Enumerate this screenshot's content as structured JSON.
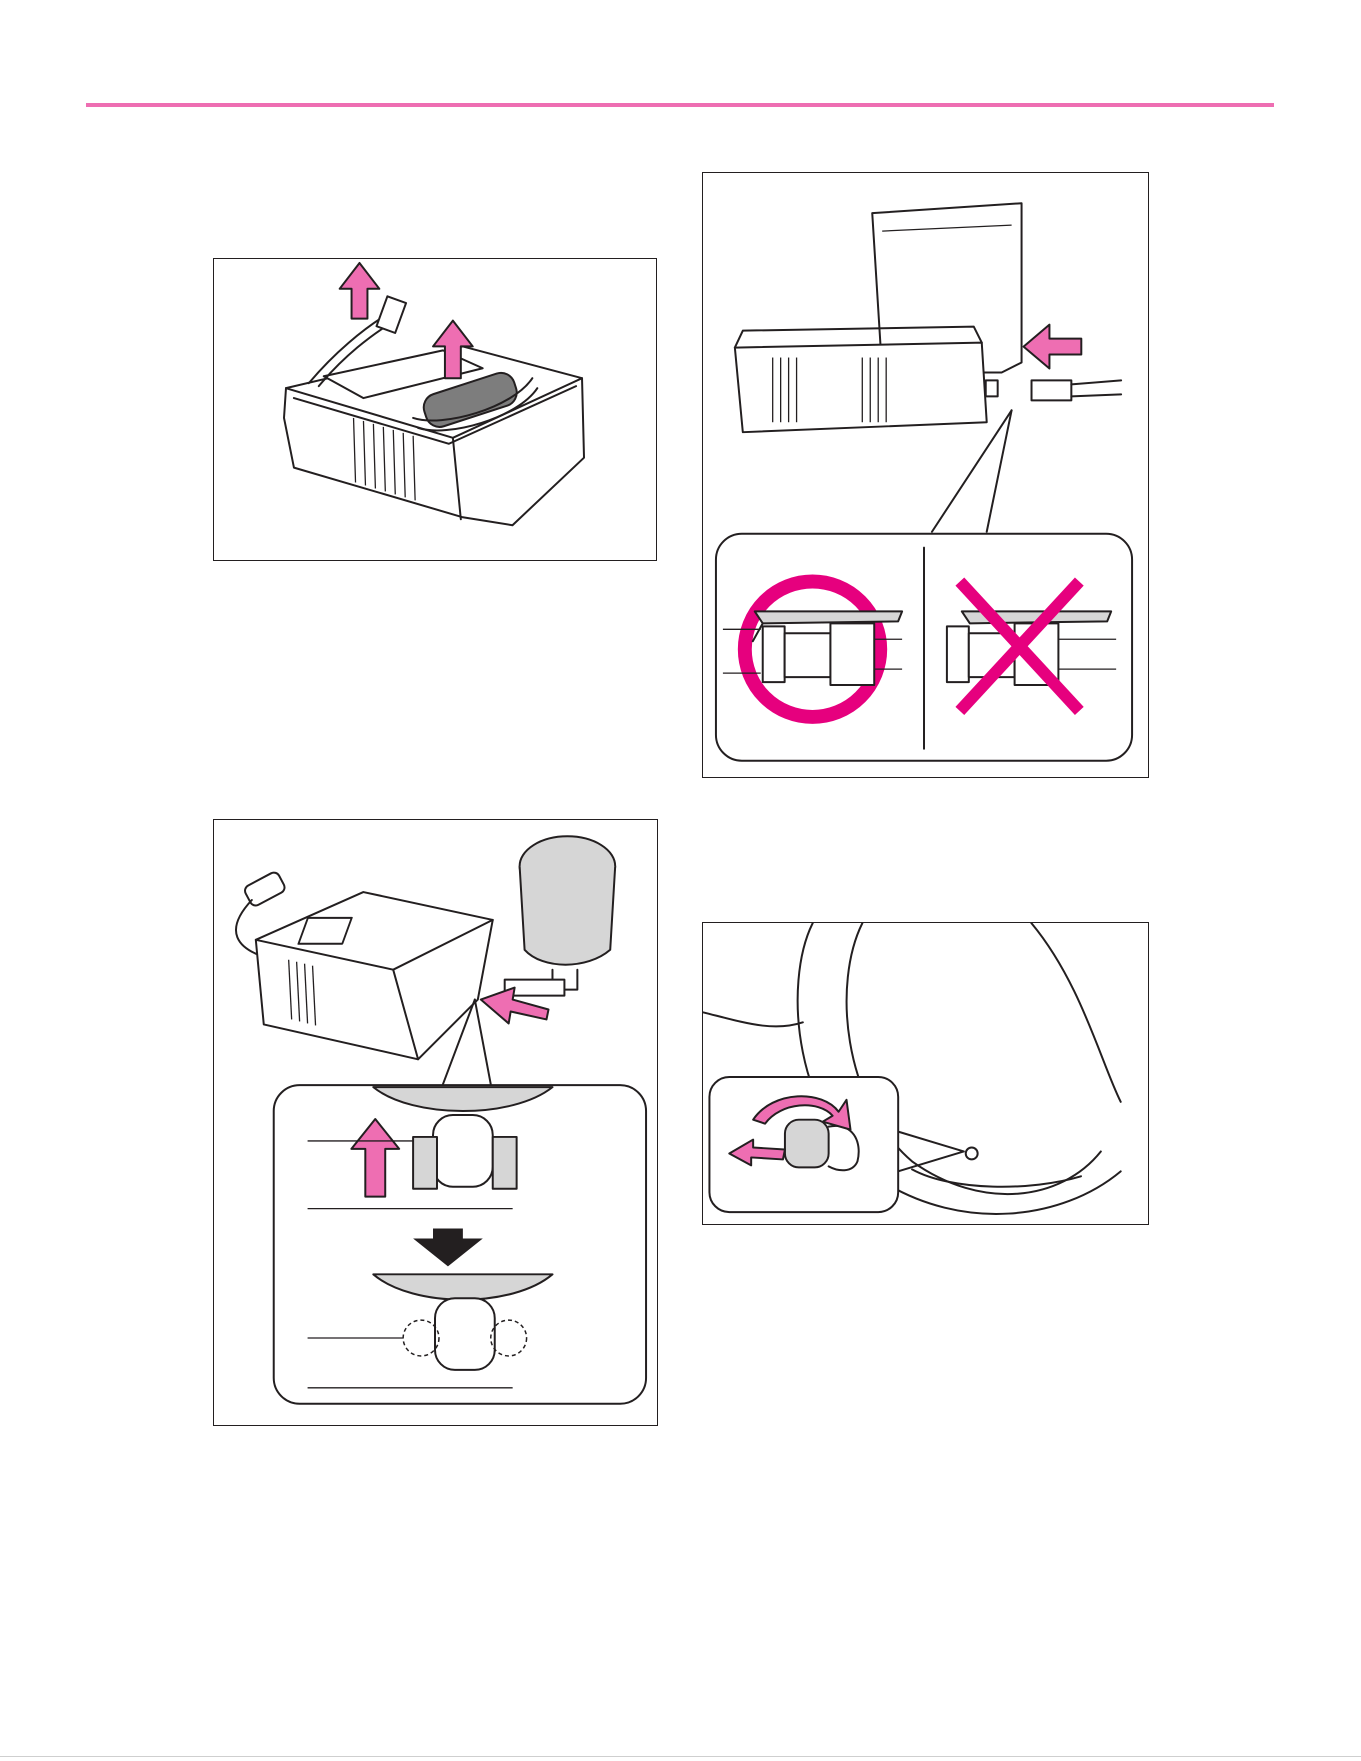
{
  "page": {
    "accent_color": "#ee6eb2",
    "mark_color": "#e6007e",
    "text_color": "#231f20"
  },
  "figures": [
    {
      "id": "fig1",
      "icon": "compressor-bottle-removal-icon"
    },
    {
      "id": "fig2",
      "icon": "bottle-connector-check-icon"
    },
    {
      "id": "fig3",
      "icon": "bottle-attach-compressor-icon"
    },
    {
      "id": "fig4",
      "icon": "valve-cap-removal-icon"
    }
  ]
}
